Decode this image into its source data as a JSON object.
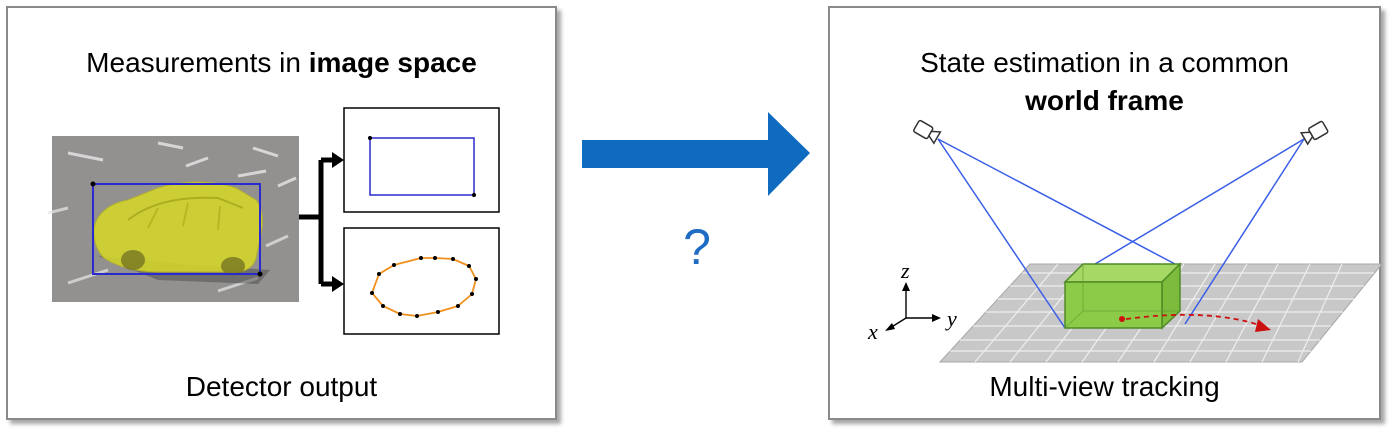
{
  "left_panel": {
    "title_prefix": "Measurements in",
    "title_bold": "image space",
    "caption": "Detector output"
  },
  "right_panel": {
    "title_line1": "State estimation in a common",
    "title_line2_bold": "world frame",
    "caption": "Multi-view tracking",
    "axes": {
      "z": "z",
      "y": "y",
      "x": "x"
    }
  },
  "transition": {
    "symbol": "?"
  },
  "colors": {
    "arrow_blue": "#0f6bbf",
    "question_blue": "#1f6cc4",
    "bbox_blue": "#2a2ad0",
    "polygon_orange": "#f0901c",
    "car_overlay": "#d6d62a",
    "camera_ray_blue": "#3a5ee8",
    "box_green": "#86c842",
    "trajectory_red": "#cc1111",
    "grid_gray": "#c4c4c4"
  },
  "icons": {
    "cameras": "camera-icon",
    "main_arrow": "right-arrow-icon"
  }
}
